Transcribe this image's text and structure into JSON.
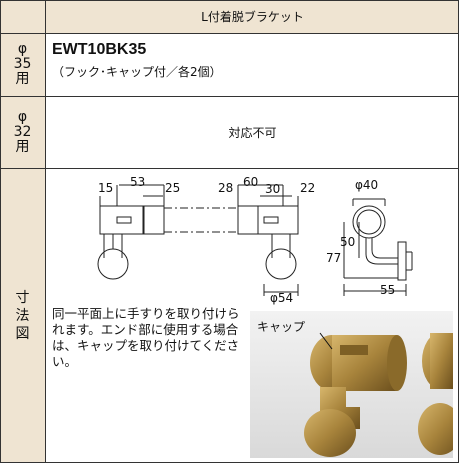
{
  "header": {
    "title": "L付着脱ブラケット"
  },
  "rows": [
    {
      "label_chars": [
        "φ",
        "35",
        "用"
      ]
    },
    {
      "label_chars": [
        "φ",
        "32",
        "用"
      ]
    },
    {
      "label_chars": [
        "寸",
        "法",
        "図"
      ]
    }
  ],
  "phi35": {
    "model": "EWT10BK35",
    "note": "（フック･キャップ付／各2個）"
  },
  "phi32": {
    "text": "対応不可"
  },
  "dimensions": {
    "d15": "15",
    "d53": "53",
    "d25": "25",
    "d28": "28",
    "d60": "60",
    "d30": "30",
    "d22": "22",
    "d40": "φ40",
    "d50": "50",
    "d77": "77",
    "d55": "55",
    "d54": "φ54"
  },
  "description": "同一平面上に手すりを取り付けられます。エンド部に使用する場合は、キャップを取り付けてください。",
  "photo": {
    "caption": "キャップ"
  },
  "colors": {
    "label_bg": "#efe4d2",
    "border": "#333333",
    "gold": "#a8843c"
  }
}
